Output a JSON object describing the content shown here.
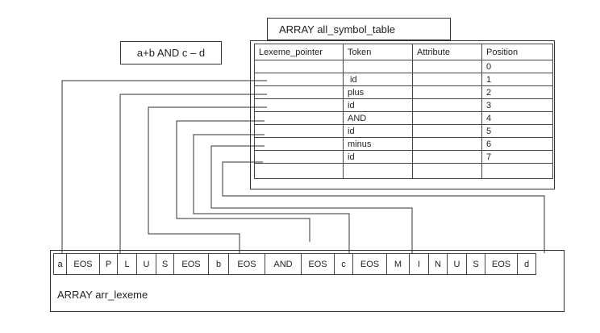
{
  "expression": "a+b AND c – d",
  "symbol_table": {
    "title": "ARRAY all_symbol_table",
    "headers": [
      "Lexeme_pointer",
      "Token",
      "Attribute",
      "Position"
    ],
    "rows": [
      {
        "token": "",
        "attribute": "",
        "position": "0"
      },
      {
        "token": " id",
        "attribute": "",
        "position": "1"
      },
      {
        "token": "plus",
        "attribute": "",
        "position": "2"
      },
      {
        "token": "id",
        "attribute": "",
        "position": "3"
      },
      {
        "token": "AND",
        "attribute": "",
        "position": "4"
      },
      {
        "token": "id",
        "attribute": "",
        "position": "5"
      },
      {
        "token": "minus",
        "attribute": "",
        "position": "6"
      },
      {
        "token": "id",
        "attribute": "",
        "position": "7"
      },
      {
        "token": "",
        "attribute": "",
        "position": ""
      }
    ]
  },
  "lexeme_array": {
    "label": "ARRAY arr_lexeme",
    "cells": [
      "a",
      "EOS",
      "P",
      "L",
      "U",
      "S",
      "EOS",
      "b",
      "EOS",
      "AND",
      "EOS",
      "c",
      "EOS",
      "M",
      "I",
      "N",
      "U",
      "S",
      "EOS",
      "d"
    ]
  }
}
